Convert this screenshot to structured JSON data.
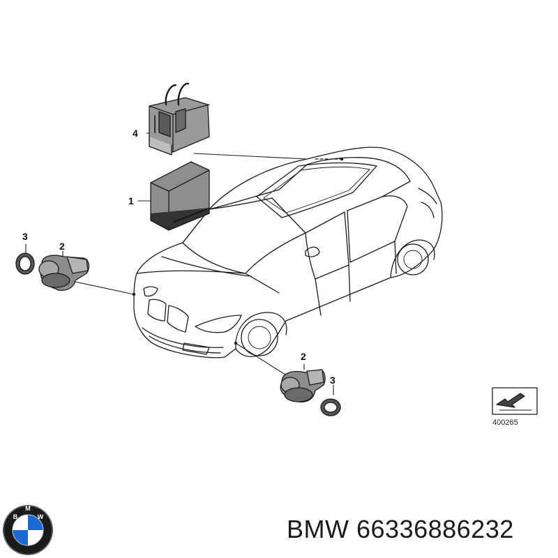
{
  "callouts": [
    {
      "id": "label-4",
      "text": "4"
    },
    {
      "id": "label-1",
      "text": "1"
    },
    {
      "id": "label-3-left",
      "text": "3"
    },
    {
      "id": "label-2-left",
      "text": "2"
    },
    {
      "id": "label-2-right",
      "text": "2"
    },
    {
      "id": "label-3-right",
      "text": "3"
    }
  ],
  "reference_code": "400265",
  "caption": {
    "brand": "BMW",
    "part_number": "66336886232"
  },
  "logo": {
    "lettering": "BMW",
    "colors": {
      "ring": "#1b1b1b",
      "blue": "#1c69d4",
      "white": "#ffffff"
    }
  },
  "colors": {
    "line": "#1a1a1a",
    "part_fill": "#8a8a8a",
    "part_dark": "#4a4a4a"
  }
}
